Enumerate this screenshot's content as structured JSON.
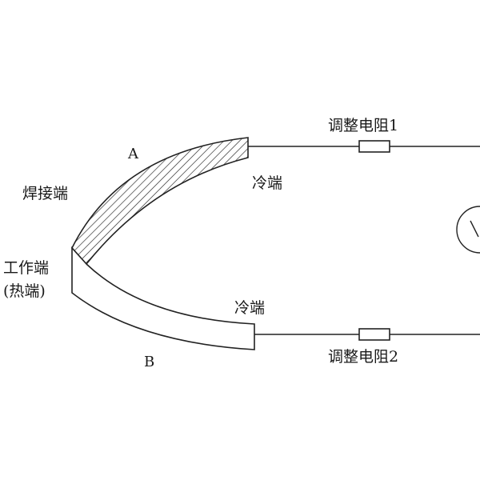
{
  "labels": {
    "metal_a": "A",
    "metal_b": "B",
    "weld_end": "焊接端",
    "work_end_line1": "工作端",
    "work_end_line2": "(热端)",
    "cold_end_top": "冷端",
    "cold_end_bottom": "冷端",
    "resistor_1": "调整电阻1",
    "resistor_2": "调整电阻2"
  },
  "colors": {
    "line": "#222222",
    "background": "#ffffff"
  }
}
